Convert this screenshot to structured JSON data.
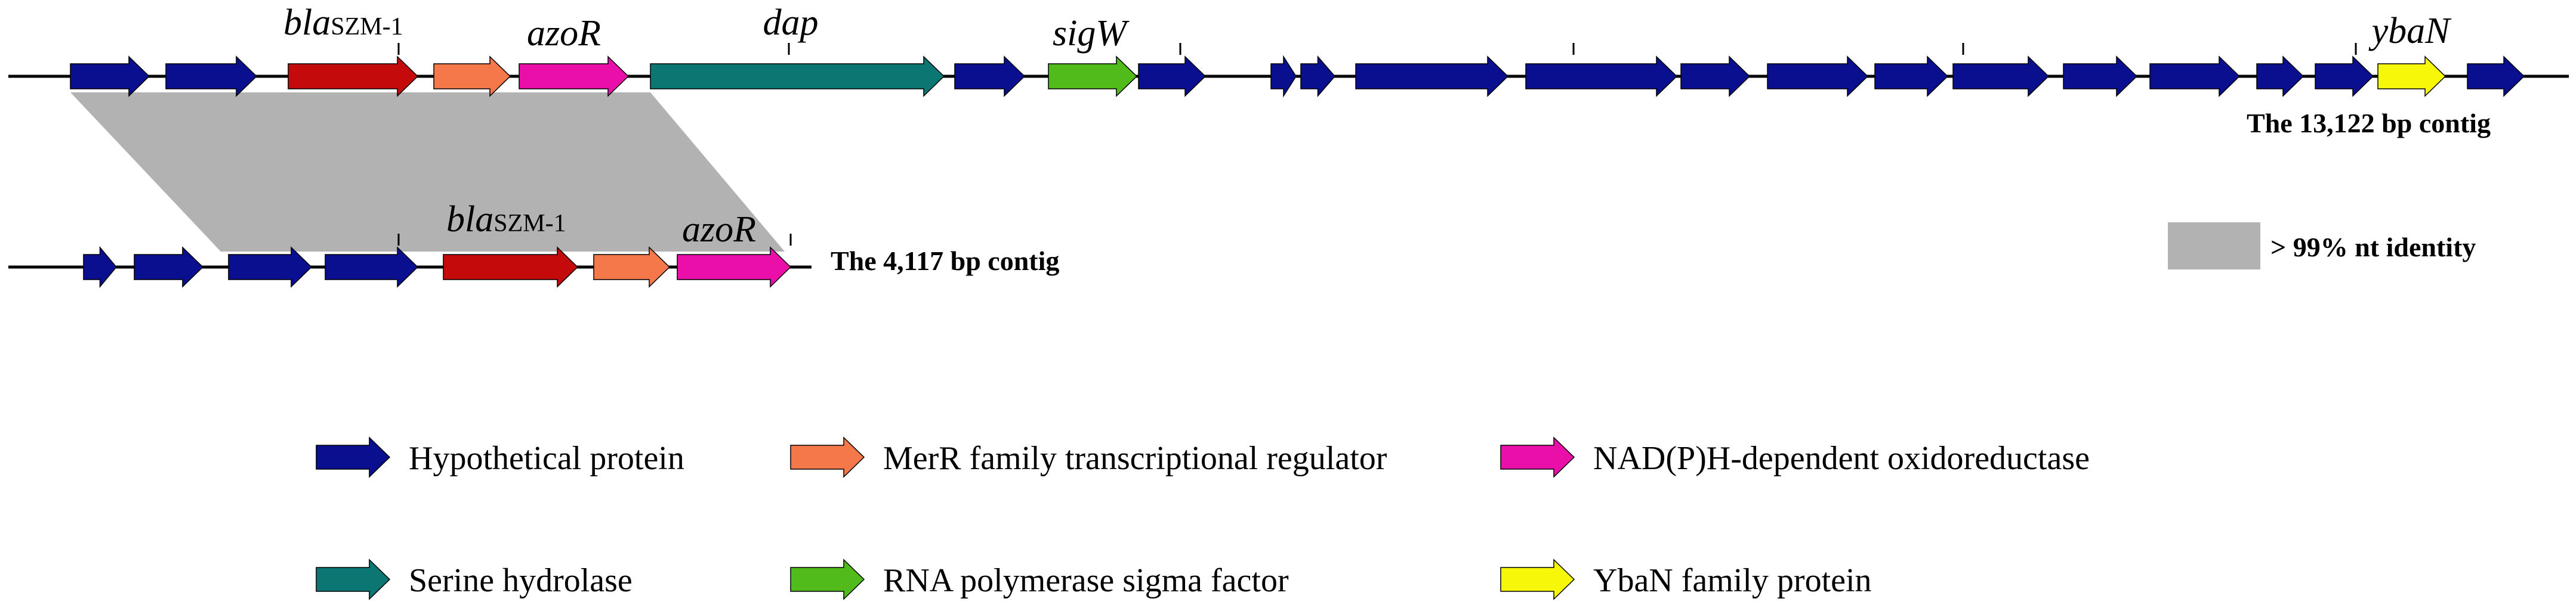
{
  "colors": {
    "hypothetical": "#0a0f8f",
    "bla": "#c40a0a",
    "merr": "#f5784a",
    "azor": "#ea0fa8",
    "serine": "#0c7772",
    "sigma": "#52bb1c",
    "ybaN": "#f7f70a",
    "identity": "#b2b2b2"
  },
  "contig1": {
    "label": "The 13,122 bp contig",
    "genes": [
      {
        "type": "hypothetical"
      },
      {
        "type": "hypothetical"
      },
      {
        "type": "bla",
        "italic": "bla",
        "sub": "SZM-1"
      },
      {
        "type": "merr"
      },
      {
        "type": "azor",
        "italic": "azoR"
      },
      {
        "type": "serine",
        "italic": "dap"
      },
      {
        "type": "hypothetical"
      },
      {
        "type": "sigma",
        "italic": "sigW"
      },
      {
        "type": "hypothetical"
      },
      {
        "type": "hypothetical"
      },
      {
        "type": "hypothetical"
      },
      {
        "type": "hypothetical"
      },
      {
        "type": "hypothetical"
      },
      {
        "type": "hypothetical"
      },
      {
        "type": "hypothetical"
      },
      {
        "type": "hypothetical"
      },
      {
        "type": "hypothetical"
      },
      {
        "type": "hypothetical"
      },
      {
        "type": "hypothetical"
      },
      {
        "type": "hypothetical"
      },
      {
        "type": "hypothetical"
      },
      {
        "type": "ybaN",
        "italic": "ybaN"
      },
      {
        "type": "hypothetical"
      }
    ]
  },
  "contig2": {
    "label": "The 4,117 bp contig",
    "genes": [
      {
        "type": "hypothetical"
      },
      {
        "type": "hypothetical"
      },
      {
        "type": "hypothetical"
      },
      {
        "type": "hypothetical"
      },
      {
        "type": "bla",
        "italic": "bla",
        "sub": "SZM-1"
      },
      {
        "type": "merr"
      },
      {
        "type": "azor",
        "italic": "azoR"
      }
    ]
  },
  "identity_label": "> 99% nt identity",
  "legend": [
    {
      "type": "hypothetical",
      "label": "Hypothetical protein"
    },
    {
      "type": "merr",
      "label": "MerR family transcriptional regulator"
    },
    {
      "type": "azor",
      "label": "NAD(P)H-dependent oxidoreductase"
    },
    {
      "type": "serine",
      "label": "Serine hydrolase"
    },
    {
      "type": "sigma",
      "label": "RNA polymerase sigma factor"
    },
    {
      "type": "ybaN",
      "label": "YbaN family protein"
    }
  ]
}
